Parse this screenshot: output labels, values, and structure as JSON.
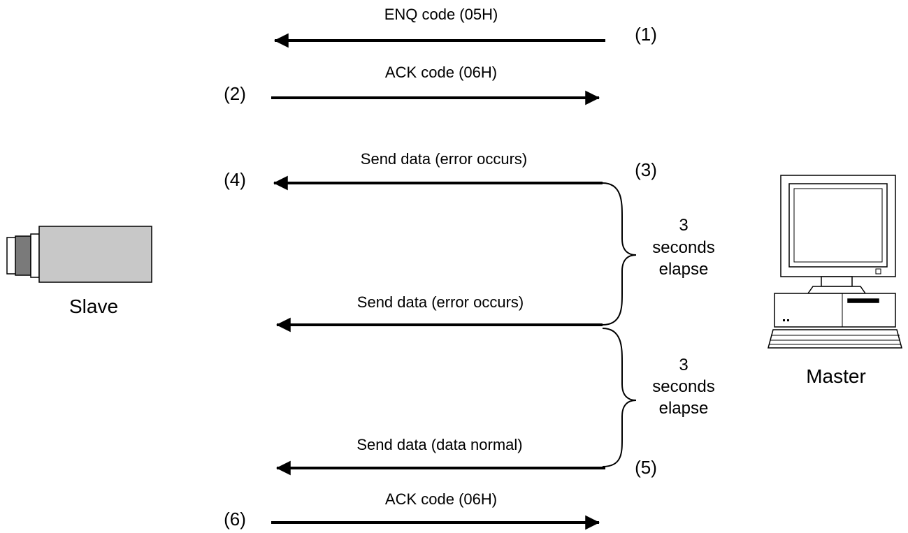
{
  "nodes": {
    "slave": "Slave",
    "master": "Master"
  },
  "messages": [
    {
      "text": "ENQ code (05H)",
      "direction": "master-to-slave",
      "step": "(1)"
    },
    {
      "text": "ACK code (06H)",
      "direction": "slave-to-master",
      "step": "(2)"
    },
    {
      "text": "Send data (error occurs)",
      "direction": "master-to-slave",
      "step": "(3)",
      "step_receiver": "(4)"
    },
    {
      "text": "Send data (error occurs)",
      "direction": "master-to-slave"
    },
    {
      "text": "Send data (data normal)",
      "direction": "master-to-slave",
      "step": "(5)"
    },
    {
      "text": "ACK code (06H)",
      "direction": "slave-to-master",
      "step": "(6)"
    }
  ],
  "intervals": [
    {
      "lines": [
        "3",
        "seconds",
        "elapse"
      ]
    },
    {
      "lines": [
        "3",
        "seconds",
        "elapse"
      ]
    }
  ],
  "colors": {
    "line": "#000000",
    "slave_body": "#c8c8c8",
    "slave_band": "#7a7a7a"
  }
}
